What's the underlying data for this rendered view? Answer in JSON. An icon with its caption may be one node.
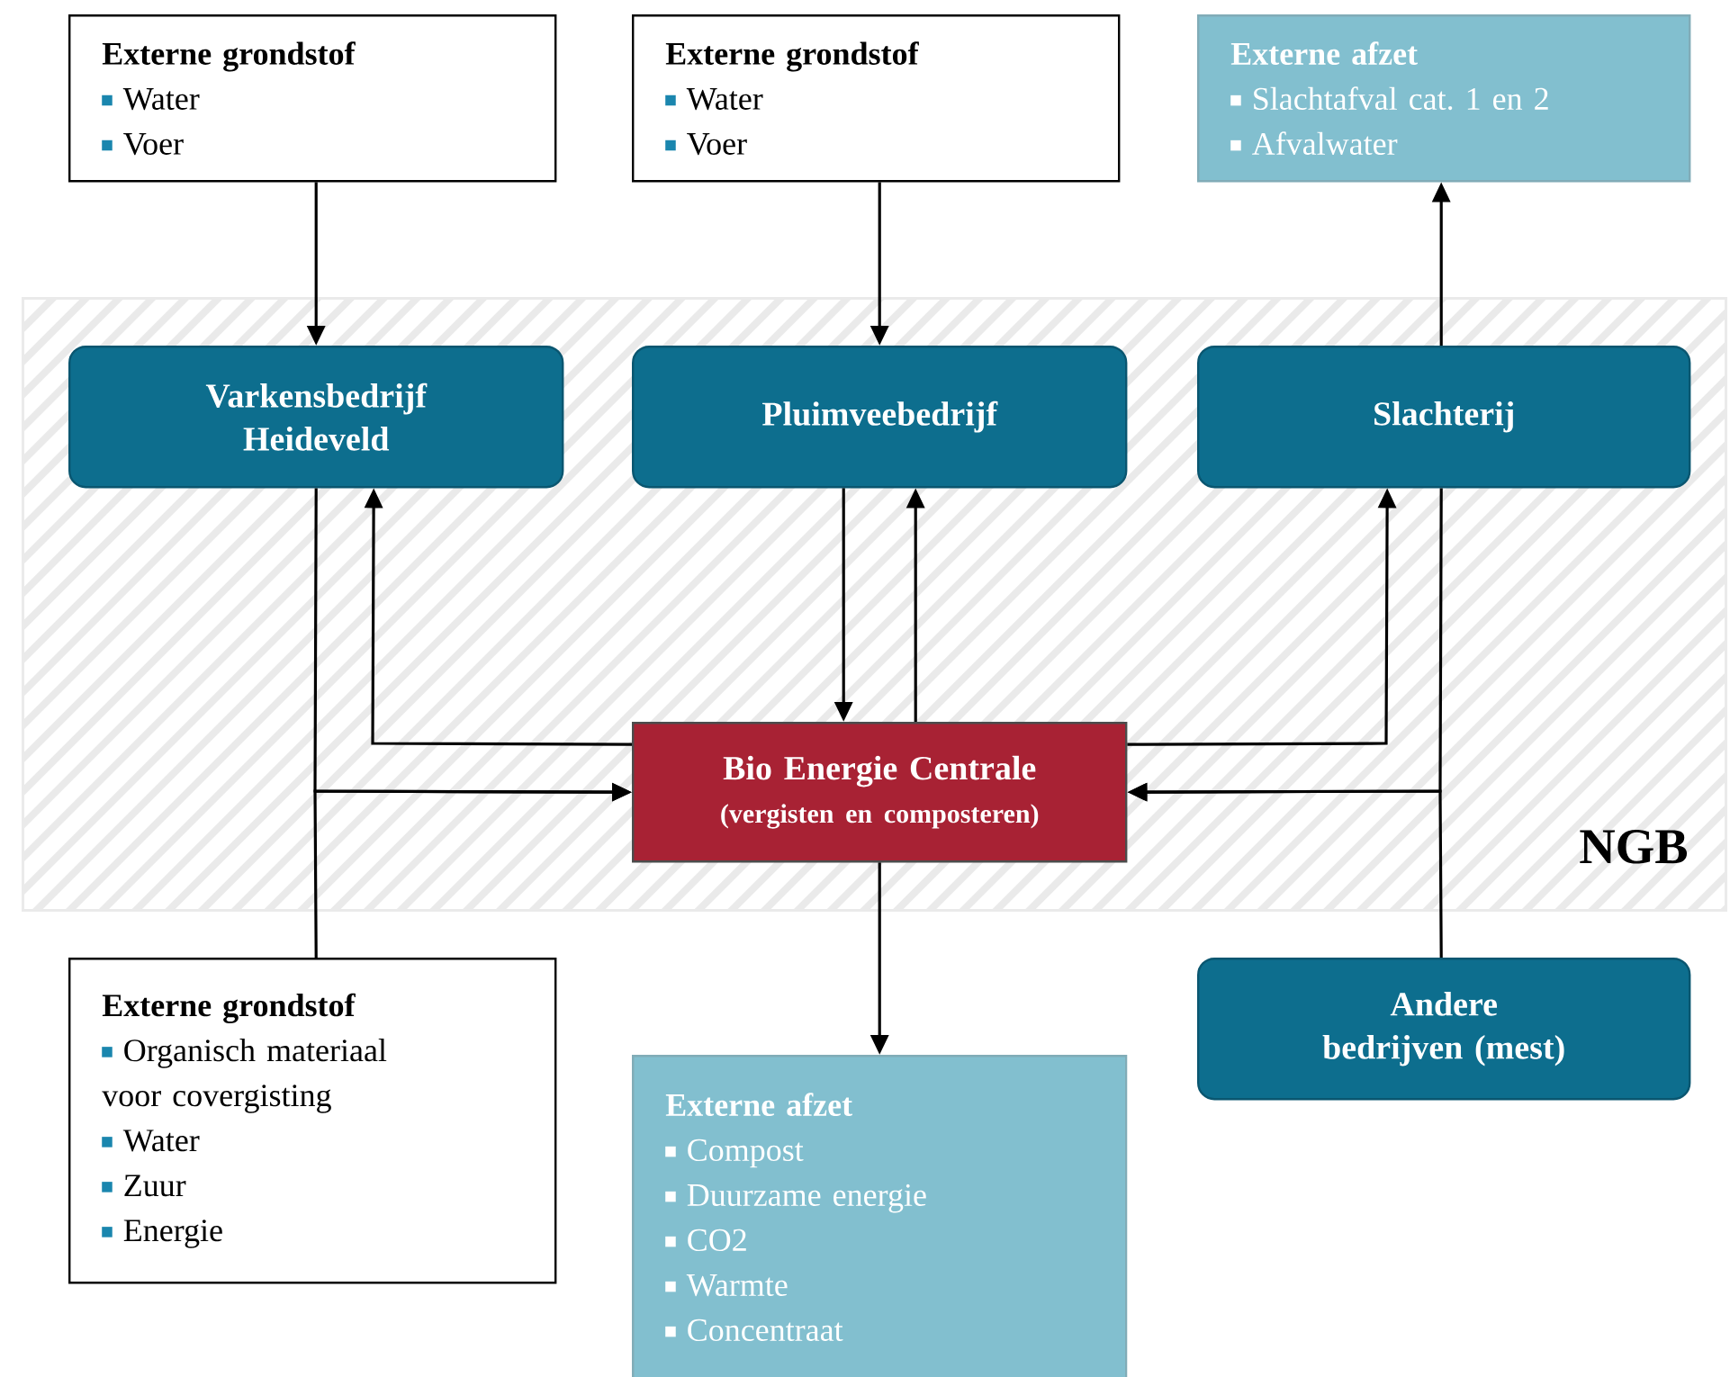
{
  "diagram": {
    "nodes": [
      {
        "text": [
          "Externe grondstof",
          "Water",
          "Voer"
        ]
      },
      {
        "text": [
          "Externe grondstof",
          "Water",
          "Voer"
        ]
      },
      {
        "text": [
          "Externe afzet",
          "Slachtafval cat. 1 en 2",
          "Afvalwater"
        ]
      },
      {
        "text": [
          "NGB"
        ]
      },
      {
        "text": [
          "Varkensbedrijf Heideveld"
        ],
        "in": 3
      },
      {
        "text": [
          "Pluimveebedrijf"
        ],
        "in": 3
      },
      {
        "text": [
          "Slachterij"
        ],
        "in": 3
      },
      {
        "text": [
          "Bio Energie Centrale",
          "(vergisten en composteren)"
        ],
        "in": 3
      },
      {
        "text": [
          "Externe grondstof",
          "Organisch materiaal voor covergisting",
          "Water",
          "Zuur",
          "Energie"
        ]
      },
      {
        "text": [
          "Andere bedrijven (mest)"
        ]
      },
      {
        "text": [
          "Externe afzet",
          "Compost",
          "Duurzame energie",
          "CO2",
          "Warmte",
          "Concentraat"
        ]
      }
    ],
    "edges": [
      {
        "from": 0,
        "to": 4,
        "arrow": "to"
      },
      {
        "from": 1,
        "to": 5,
        "arrow": "to"
      },
      {
        "from": 6,
        "to": 2,
        "arrow": "to"
      },
      {
        "from": 4,
        "to": 7,
        "arrow": "to"
      },
      {
        "from": 8,
        "to": 7,
        "arrow": "to"
      },
      {
        "from": 7,
        "to": 4,
        "arrow": "to"
      },
      {
        "from": 5,
        "to": 7,
        "arrow": "to"
      },
      {
        "from": 7,
        "to": 5,
        "arrow": "to"
      },
      {
        "from": 7,
        "to": 6,
        "arrow": "to"
      },
      {
        "from": 6,
        "to": 7,
        "arrow": "to"
      },
      {
        "from": 9,
        "to": 7,
        "arrow": "to"
      },
      {
        "from": 7,
        "to": 10,
        "arrow": "to"
      }
    ]
  }
}
